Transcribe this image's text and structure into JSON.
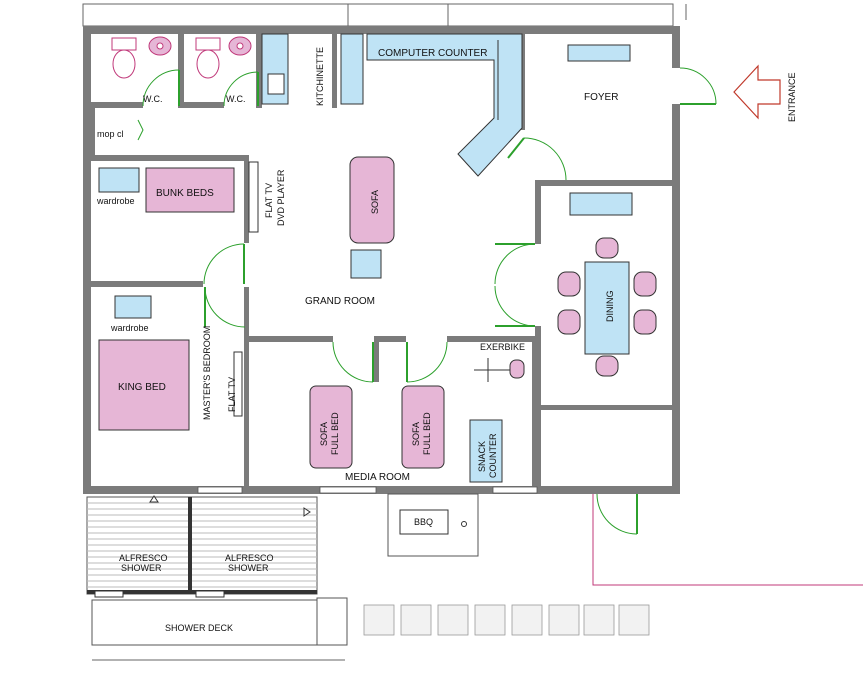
{
  "labels": {
    "wc1": "W.C.",
    "wc2": "W.C.",
    "kitchinette": "KITCHINETTE",
    "computer_counter": "COMPUTER COUNTER",
    "foyer": "FOYER",
    "entrance": "ENTRANCE",
    "mop": "mop cl",
    "bunk_beds": "BUNK BEDS",
    "wardrobe1": "wardrobe",
    "flat_tv_dvd_1": "FLAT TV",
    "flat_tv_dvd_2": "DVD PLAYER",
    "sofa": "SOFA",
    "grand_room": "GRAND ROOM",
    "dining": "DINING",
    "wardrobe2": "wardrobe",
    "king_bed": "KING BED",
    "masters_bedroom": "MASTER'S BEDROOM",
    "flat_tv": "FLAT TV",
    "exerbike": "EXERBIKE",
    "sofa_full_bed_1a": "SOFA",
    "sofa_full_bed_1b": "FULL BED",
    "sofa_full_bed_2a": "SOFA",
    "sofa_full_bed_2b": "FULL BED",
    "snack_1": "SNACK",
    "snack_2": "COUNTER",
    "media_room": "MEDIA ROOM",
    "bbq": "BBQ",
    "alfresco_1a": "ALFRESCO",
    "alfresco_1b": "SHOWER",
    "alfresco_2a": "ALFRESCO",
    "alfresco_2b": "SHOWER",
    "shower_deck": "SHOWER DECK"
  },
  "colors": {
    "furniture_blue": "#bfe3f5",
    "furniture_pink": "#e6b6d6",
    "door_green": "#2ca02c",
    "wall_gray": "#7b7b7b"
  }
}
